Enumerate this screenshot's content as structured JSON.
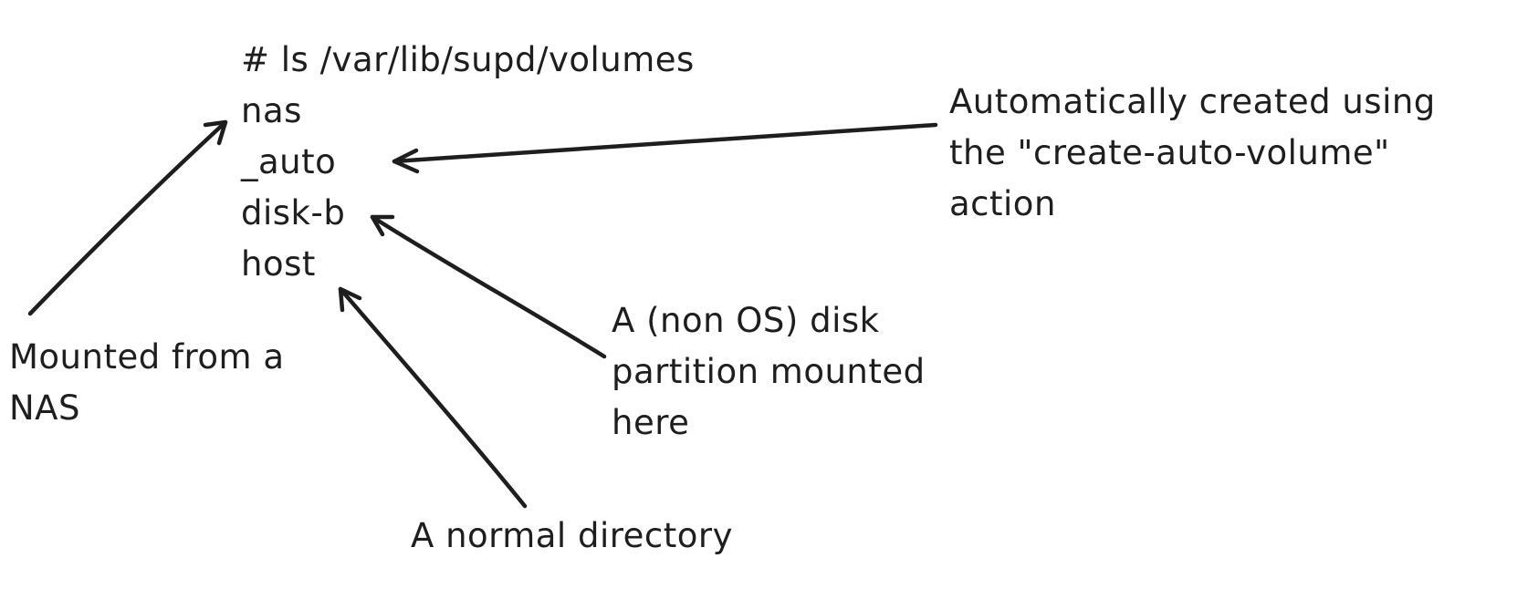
{
  "listing": {
    "command": "# ls /var/lib/supd/volumes",
    "entries": [
      "nas",
      "_auto",
      "disk-b",
      "host"
    ]
  },
  "annotations": {
    "auto": [
      "Automatically created using",
      "the \"create-auto-volume\"",
      "action"
    ],
    "nas": [
      "Mounted from a",
      "NAS"
    ],
    "disk": [
      "A (non OS) disk",
      "partition mounted",
      "here"
    ],
    "directory": [
      "A normal directory"
    ]
  },
  "colors": {
    "ink": "#1e1e1e",
    "background": "#ffffff"
  }
}
